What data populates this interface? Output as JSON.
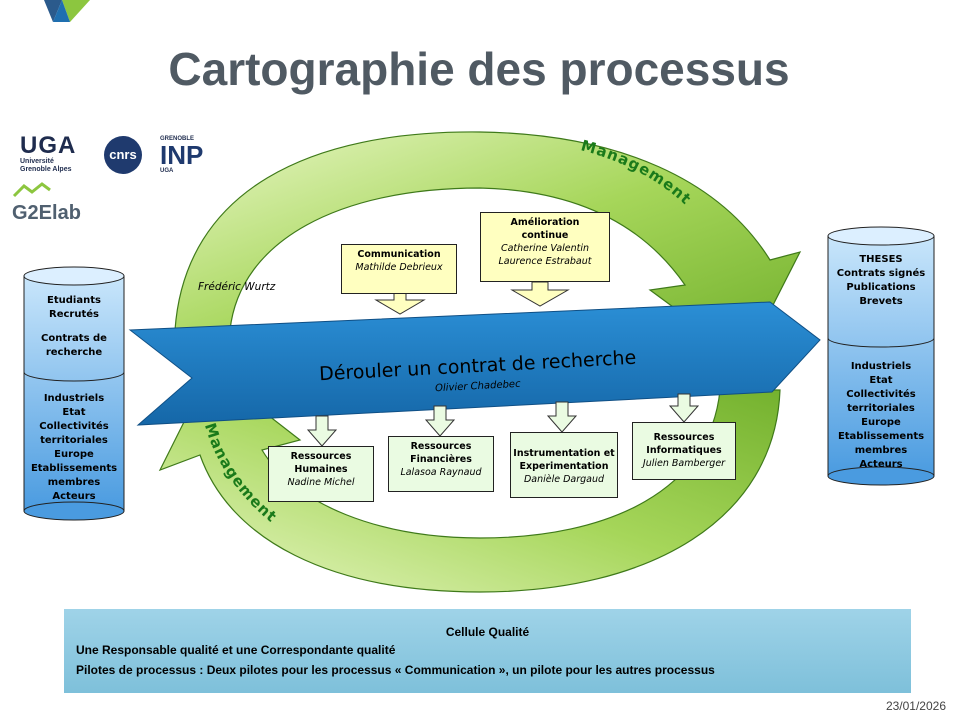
{
  "title": "Cartographie des processus",
  "logos": {
    "uga": "UGA",
    "uga_sub1": "Université",
    "uga_sub2": "Grenoble Alpes",
    "cnrs": "cnrs",
    "inp": "INP",
    "inp_top": "GRENOBLE",
    "inp_sub": "UGA",
    "g2e": "G2Elab"
  },
  "main_arrow": {
    "label": "Dérouler un contrat de recherche",
    "pilot": "Olivier Chadebec"
  },
  "cycle_pilot": "Frédéric Wurtz",
  "management_label": "Management",
  "top_processes": [
    {
      "name": "Communication",
      "pilot": "Mathilde Debrieux"
    },
    {
      "name_line1": "Amélioration",
      "name_line2": "continue",
      "pilot1": "Catherine Valentin",
      "pilot2": "Laurence Estrabaut"
    }
  ],
  "bottom_processes": [
    {
      "name_line1": "Ressources",
      "name_line2": "Humaines",
      "pilot": "Nadine Michel"
    },
    {
      "name_line1": "Ressources",
      "name_line2": "Financières",
      "pilot": "Lalasoa Raynaud"
    },
    {
      "name_line1": "Instrumentation  et",
      "name_line2": "Experimentation",
      "pilot": "Danièle Dargaud"
    },
    {
      "name_line1": "Ressources",
      "name_line2": "Informatiques",
      "pilot": "Julien Bamberger"
    }
  ],
  "left_inputs": {
    "top": [
      "Etudiants",
      "Recrutés",
      "",
      "Contrats de",
      "recherche"
    ],
    "bottom": [
      "Industriels",
      "Etat",
      "Collectivités",
      "territoriales",
      "Europe",
      "Etablissements",
      "membres",
      "Acteurs"
    ]
  },
  "right_outputs": {
    "top": [
      "THESES",
      "Contrats signés",
      "Publications",
      "Brevets"
    ],
    "bottom": [
      "Industriels",
      "Etat",
      "Collectivités",
      "territoriales",
      "Europe",
      "Etablissements",
      "membres",
      "Acteurs"
    ]
  },
  "quality_cell": {
    "title": "Cellule  Qualité",
    "line1": "Une Responsable qualité  et une Correspondante qualité",
    "line2": "Pilotes de processus : Deux pilotes pour les processus « Communication  », un pilote pour les autres processus"
  },
  "date": "23/01/2026",
  "colors": {
    "title": "#505a63",
    "arrow_blue": "#1a7fc8",
    "cycle_green": "#8cc63f",
    "box_yellow": "#ffffc0",
    "quality_bg": "#8ccae0"
  }
}
